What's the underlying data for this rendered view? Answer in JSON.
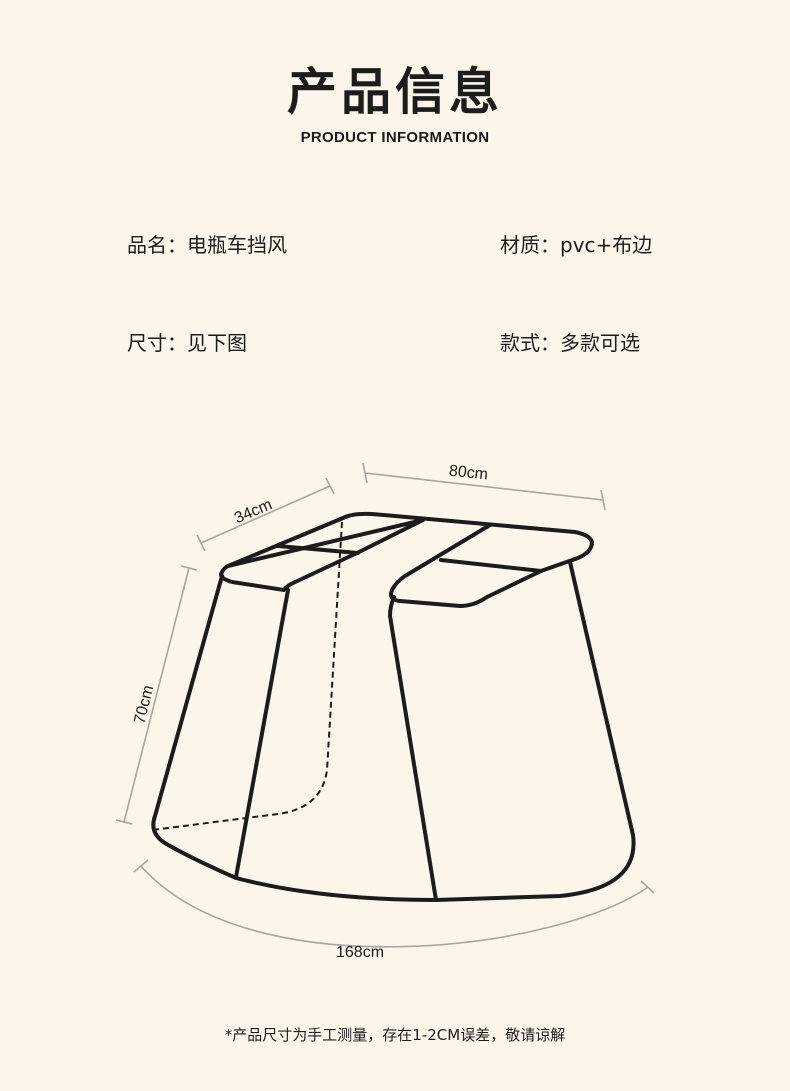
{
  "header": {
    "title": "产品信息",
    "subtitle": "PRODUCT INFORMATION"
  },
  "specs": {
    "name_label": "品名：",
    "name_value": "电瓶车挡风",
    "material_label": "材质：",
    "material_value": "pvc+布边",
    "size_label": "尺寸：",
    "size_value": "见下图",
    "style_label": "款式：",
    "style_value": "多款可选"
  },
  "diagram": {
    "width_label": "80cm",
    "depth_label": "34cm",
    "height_label": "70cm",
    "circumference_label": "168cm"
  },
  "footer": {
    "note": "*产品尺寸为手工测量，存在1-2CM误差，敬请谅解"
  },
  "colors": {
    "background": "#fcf6ea",
    "text": "#1c1c1c",
    "dimension_line": "#a8a5a0"
  }
}
